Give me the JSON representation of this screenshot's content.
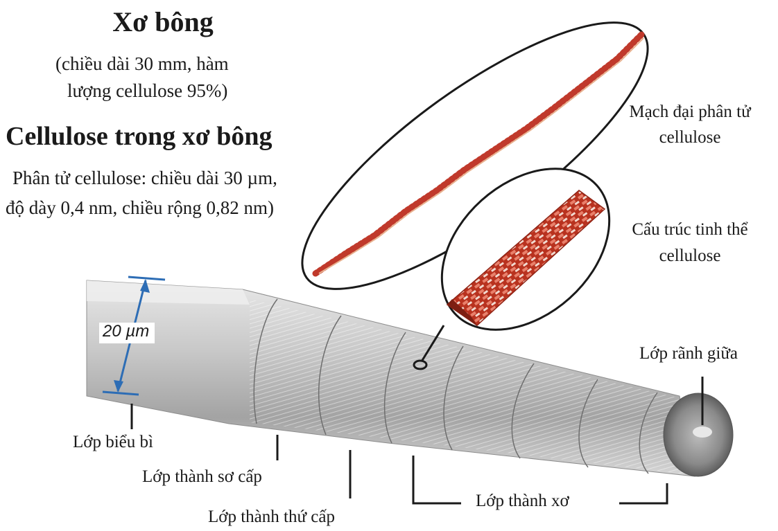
{
  "title": "Xơ bông",
  "title_note_line1": "(chiều dài 30 mm, hàm",
  "title_note_line2": "lượng cellulose 95%)",
  "section_title": "Cellulose trong xơ bông",
  "molecule_line1": "Phân tử cellulose: chiều dài 30 µm,",
  "molecule_line2": "độ dày 0,4 nm, chiều rộng 0,82 nm)",
  "scale_label": "20 µm",
  "labels": {
    "chain_line1": "Mạch đại phân tử",
    "chain_line2": "cellulose",
    "crystal_line1": "Cấu trúc tinh thể",
    "crystal_line2": "cellulose",
    "lumen": "Lớp rãnh giữa",
    "epidermis": "Lớp biểu bì",
    "primary_wall": "Lớp thành sơ cấp",
    "secondary_wall": "Lớp thành thứ cấp",
    "fiber_wall": "Lớp thành xơ"
  },
  "colors": {
    "fiber": "#a9a9a9",
    "molecule": "#c0392b",
    "arrow": "#2d6db5",
    "outline": "#1a1a1a"
  }
}
